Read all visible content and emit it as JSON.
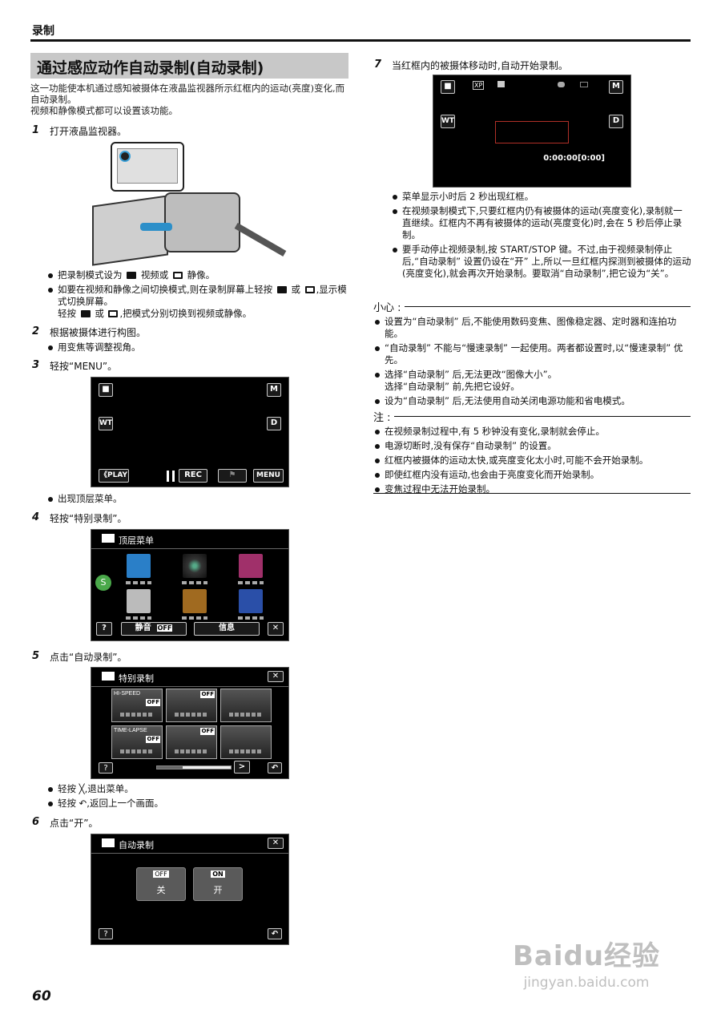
{
  "header": {
    "section": "录制"
  },
  "title": "通过感应动作自动录制(自动录制)",
  "intro": [
    "这一功能使本机通过感知被摄体在液晶监视器所示红框内的运动(亮度)变化,而自动录制。",
    "视频和静像模式都可以设置该功能。"
  ],
  "steps": {
    "s1": {
      "num": "1",
      "text": "打开液晶监视器。",
      "b1": [
        "把录制模式设为",
        "视频或",
        "静像。"
      ],
      "b2": [
        "如要在视频和静像之间切换模式,则在录制屏幕上轻按",
        "或",
        ",显示模式切换屏幕。"
      ],
      "b2b": [
        "轻按",
        "或",
        ",把模式分别切换到视频或静像。"
      ]
    },
    "s2": {
      "num": "2",
      "text": "根据被摄体进行构图。",
      "b1": "用变焦等调整视角。"
    },
    "s3": {
      "num": "3",
      "text": "轻按“MENU”。",
      "b1": "出现顶层菜单。",
      "screen": {
        "wt": "WT",
        "m": "M",
        "d": "D",
        "play": "《PLAY",
        "rec": "REC",
        "menu": "MENU"
      }
    },
    "s4": {
      "num": "4",
      "text": "轻按“特别录制”。",
      "screen": {
        "title": "顶层菜单",
        "help": "?",
        "mute": "静音",
        "mute_state": "OFF",
        "info": "信息"
      }
    },
    "s5": {
      "num": "5",
      "text": "点击“自动录制”。",
      "screen": {
        "title": "特别录制",
        "cards": [
          "HI-SPEED",
          "",
          "",
          "TIME-LAPSE",
          "",
          ""
        ],
        "off": "OFF",
        "help": "?"
      },
      "b1": "轻按 ╳,退出菜单。",
      "b2": "轻按 ↶,返回上一个画面。"
    },
    "s6": {
      "num": "6",
      "text": "点击“开”。",
      "screen": {
        "title": "自动录制",
        "off_tag": "OFF",
        "off_label": "关",
        "on_tag": "ON",
        "on_label": "开",
        "help": "?"
      }
    },
    "s7": {
      "num": "7",
      "text": "当红框内的被摄体移动时,自动开始录制。",
      "screen": {
        "xp": "XP",
        "wt": "WT",
        "m": "M",
        "d": "D",
        "time": "0:00:00[0:00]",
        "frame_color": "#b03028"
      },
      "bullets": [
        "菜单显示小时后 2 秒出现红框。",
        "在视频录制模式下,只要红框内仍有被摄体的运动(亮度变化),录制就一直继续。红框内不再有被摄体的运动(亮度变化)时,会在 5 秒后停止录制。",
        "要手动停止视频录制,按 START/STOP 键。不过,由于视频录制停止后,“自动录制” 设置仍设在“开” 上,所以一旦红框内探测到被摄体的运动(亮度变化),就会再次开始录制。要取消“自动录制”,把它设为“关”。"
      ]
    }
  },
  "caution": {
    "label": "小心 :",
    "items": [
      "设置为“自动录制” 后,不能使用数码变焦、图像稳定器、定时器和连拍功能。",
      "“自动录制” 不能与“慢速录制” 一起使用。两者都设置时,以“慢速录制” 优先。",
      "选择“自动录制” 后,无法更改“图像大小”。\n选择“自动录制” 前,先把它设好。",
      "设为“自动录制” 后,无法使用自动关闭电源功能和省电模式。"
    ]
  },
  "note": {
    "label": "注 :",
    "items": [
      "在视频录制过程中,有 5 秒钟没有变化,录制就会停止。",
      "电源切断时,没有保存“自动录制” 的设置。",
      "红框内被摄体的运动太快,或亮度变化太小时,可能不会开始录制。",
      "即使红框内没有运动,也会由于亮度变化而开始录制。",
      "变焦过程中无法开始录制。"
    ]
  },
  "page_number": "60",
  "watermark": {
    "logo": "Baidu经验",
    "url": "jingyan.baidu.com"
  }
}
